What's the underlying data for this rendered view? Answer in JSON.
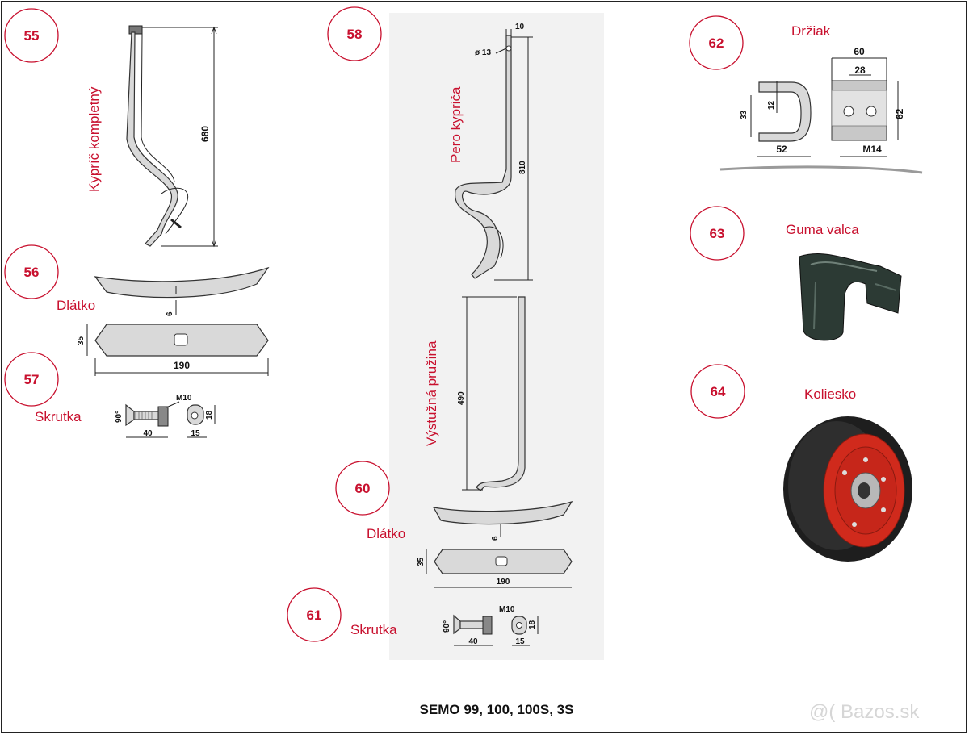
{
  "title": "SEMO 99, 100, 100S, 3S",
  "watermark": "@( Bazos.sk",
  "colors": {
    "accent": "#c8102e",
    "panel": "#f2f2f2"
  },
  "badges": [
    "55",
    "56",
    "57",
    "58",
    "60",
    "61",
    "62",
    "63",
    "64"
  ],
  "parts": {
    "p55": {
      "caption": "Kypríč kompletný",
      "height": "680"
    },
    "p56": {
      "caption": "Dlátko",
      "thickness": "6",
      "width": "35",
      "length": "190"
    },
    "p57": {
      "caption": "Skrutka",
      "thread": "M10",
      "angle": "90°",
      "length": "40",
      "head": "15",
      "depth": "18"
    },
    "p58": {
      "caption": "Pero kypriča",
      "hole": "ø 13",
      "thickness": "10",
      "height": "810"
    },
    "p59": {
      "caption": "Výstužná pružina",
      "height": "490"
    },
    "p60": {
      "caption": "Dlátko",
      "thickness": "6",
      "width": "35",
      "length": "190"
    },
    "p61": {
      "caption": "Skrutka",
      "thread": "M10",
      "angle": "90°",
      "length": "40",
      "head": "15",
      "depth": "18"
    },
    "p62": {
      "caption": "Držiak",
      "width": "60",
      "inner": "28",
      "height": "62",
      "thread": "M14",
      "depth": "33",
      "gap": "12",
      "base": "52"
    },
    "p63": {
      "caption": "Guma valca"
    },
    "p64": {
      "caption": "Koliesko"
    }
  }
}
